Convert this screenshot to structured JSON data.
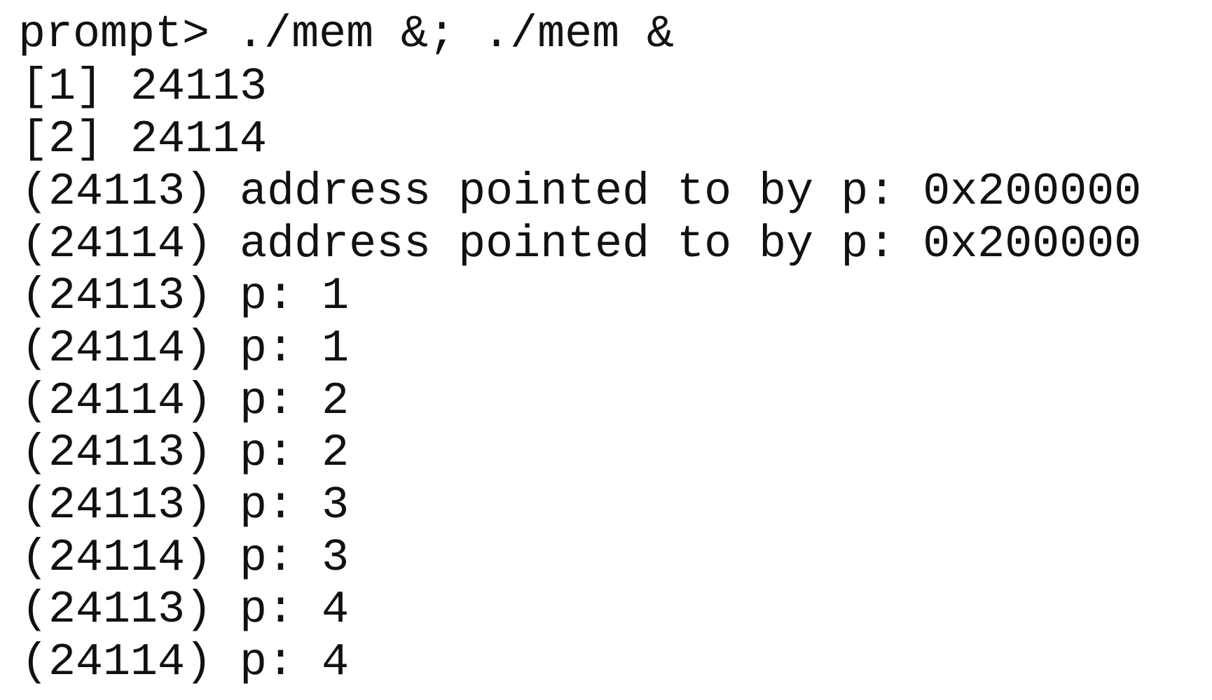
{
  "terminal": {
    "prompt_line": "prompt> ./mem &; ./mem &",
    "lines": [
      "[1] 24113",
      "[2] 24114",
      "(24113) address pointed to by p: 0x200000",
      "(24114) address pointed to by p: 0x200000",
      "(24113) p: 1",
      "(24114) p: 1",
      "(24114) p: 2",
      "(24113) p: 2",
      "(24113) p: 3",
      "(24114) p: 3",
      "(24113) p: 4",
      "(24114) p: 4"
    ]
  }
}
